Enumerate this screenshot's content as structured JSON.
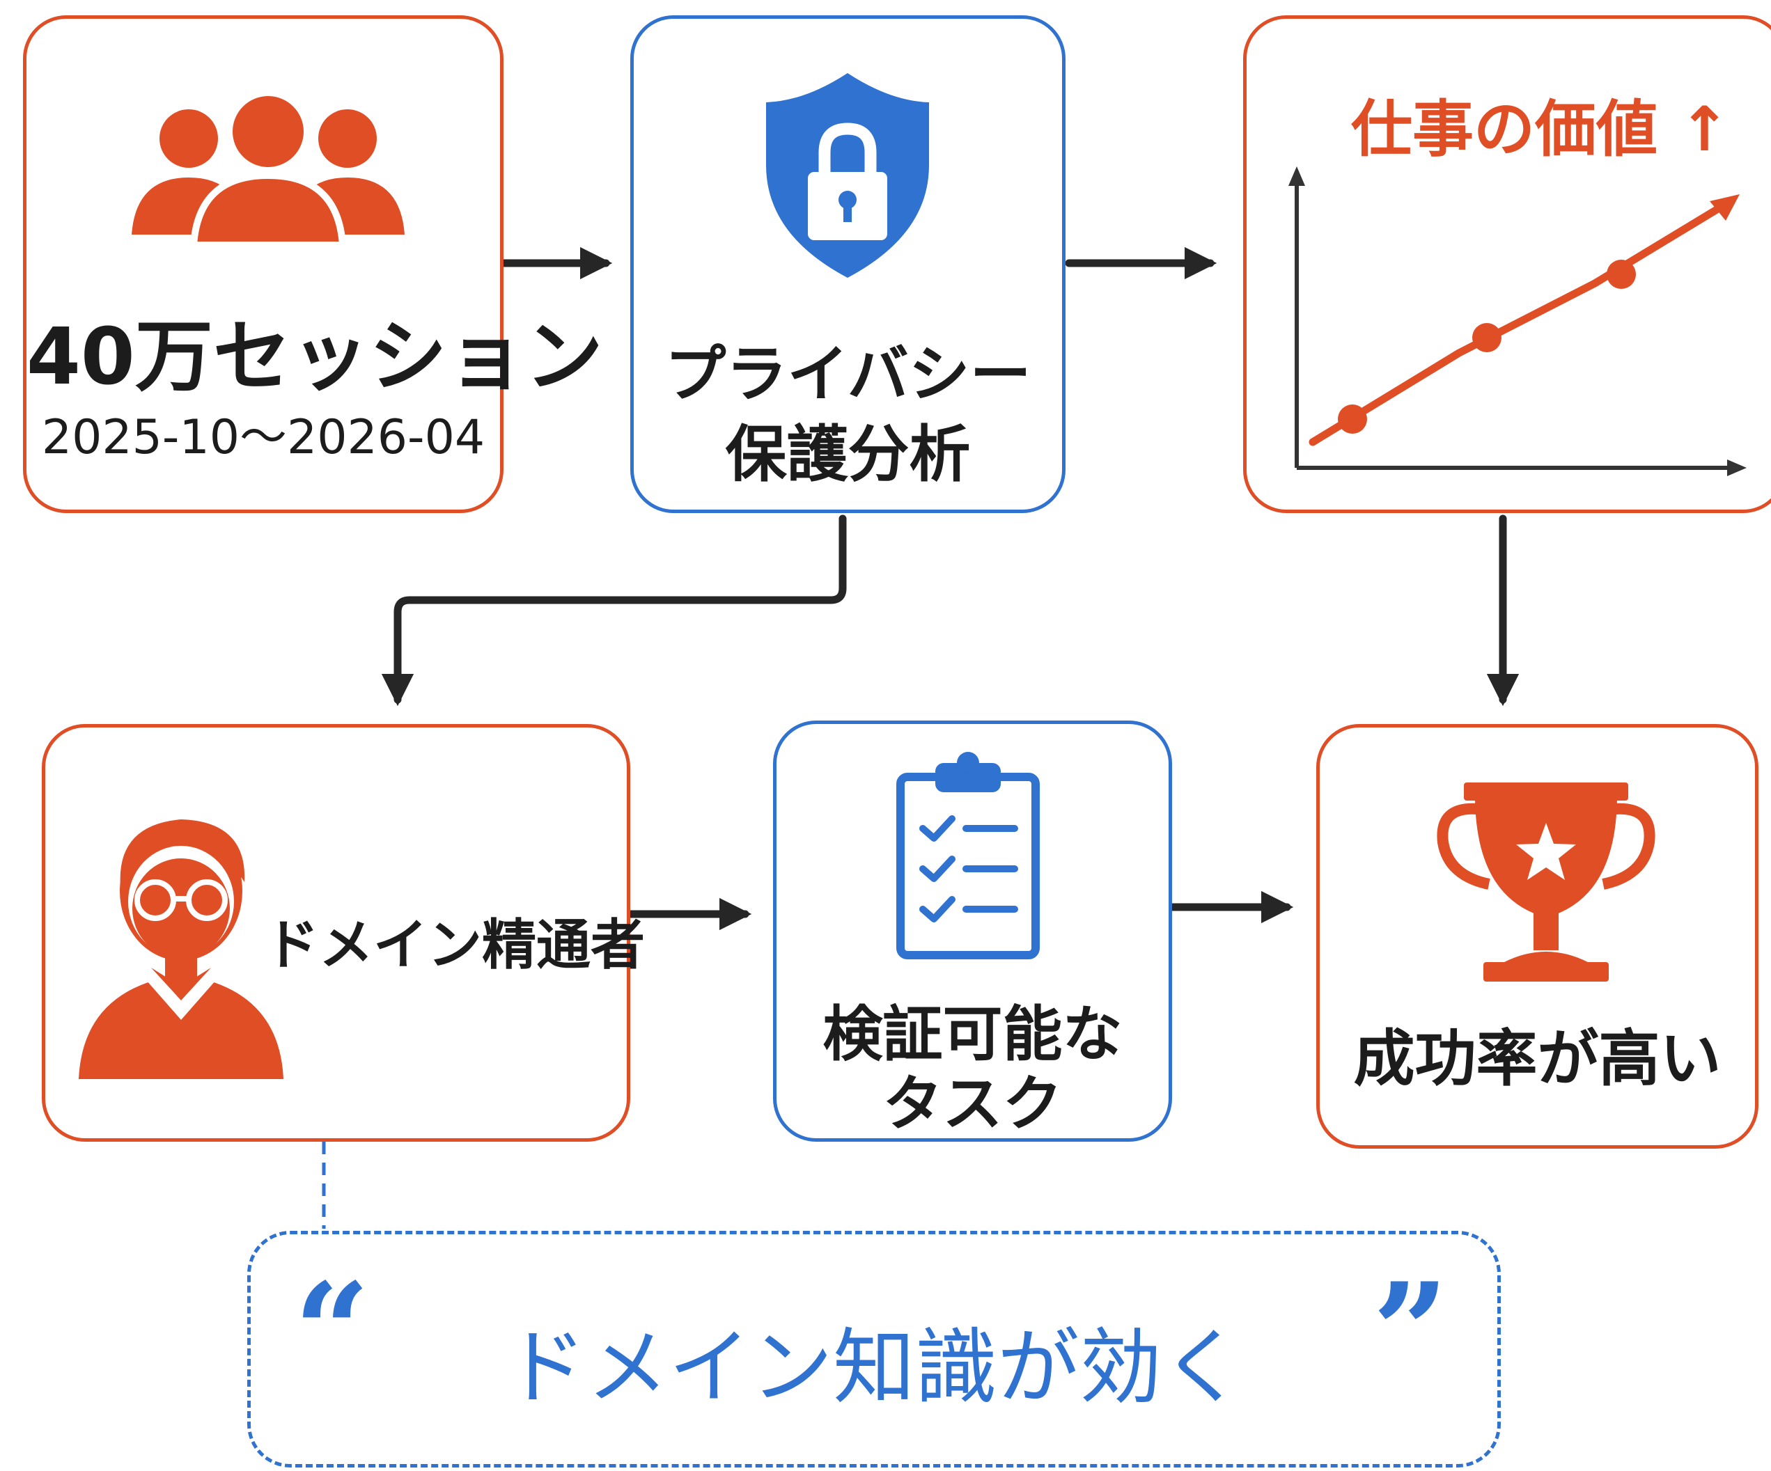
{
  "colors": {
    "orange": "#e04e26",
    "blue": "#2f72cf",
    "dark": "#262626"
  },
  "sessions": {
    "count": "40万セッション",
    "period": "2025-10～2026-04",
    "icon": "people-group-icon"
  },
  "privacy": {
    "line1": "プライバシー",
    "line2": "保護分析",
    "icon": "shield-lock-icon"
  },
  "value": {
    "title": "仕事の価値 ↑",
    "icon": "rising-line-chart-icon"
  },
  "expert": {
    "label": "ドメイン精通者",
    "icon": "person-with-glasses-icon"
  },
  "tasks": {
    "line1": "検証可能な",
    "line2": "タスク",
    "icon": "checklist-clipboard-icon"
  },
  "success": {
    "label": "成功率が高い",
    "icon": "trophy-star-icon"
  },
  "quote": {
    "open": "“",
    "text": "ドメイン知識が効く",
    "close": "”"
  }
}
